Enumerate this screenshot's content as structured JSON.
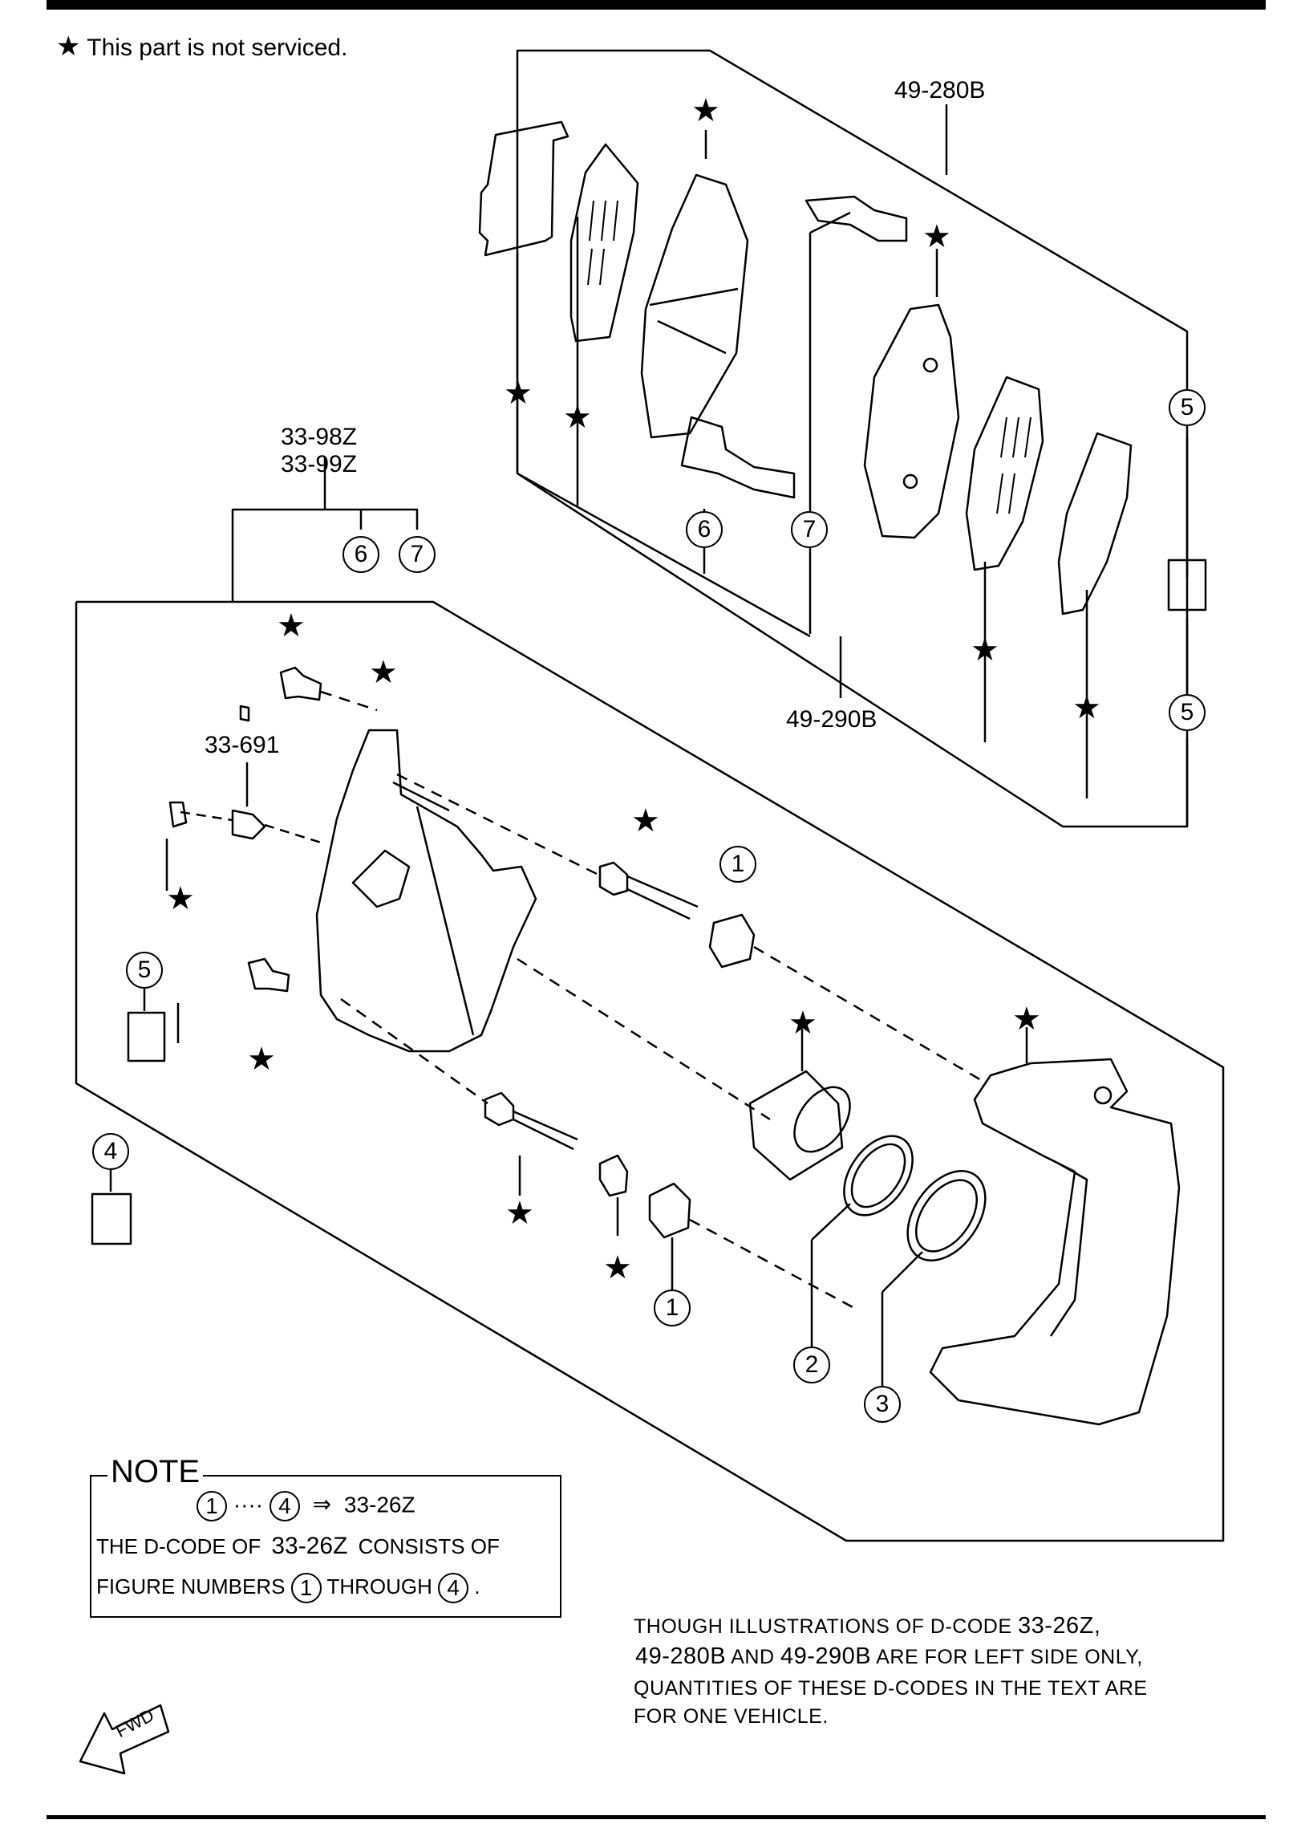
{
  "legend": {
    "star_symbol": "★",
    "text": "This part is not serviced."
  },
  "part_labels": {
    "p49_280B": "49-280B",
    "p49_290B": "49-290B",
    "p33_98Z": "33-98Z",
    "p33_99Z": "33-99Z",
    "p33_691": "33-691"
  },
  "callouts": {
    "c1": "1",
    "c2": "2",
    "c3": "3",
    "c4": "4",
    "c5": "5",
    "c6": "6",
    "c7": "7"
  },
  "note": {
    "title": "NOTE",
    "from": "1",
    "dots": "····",
    "to": "4",
    "arrow": "⇒",
    "code": "33-26Z",
    "line2_a": "THE D-CODE OF",
    "line2_code": "33-26Z",
    "line2_b": "CONSISTS OF",
    "line3_a": "FIGURE NUMBERS",
    "line3_from": "1",
    "line3_b": "THROUGH",
    "line3_to": "4",
    "line3_end": "."
  },
  "footnote": {
    "line1_a": "THOUGH ILLUSTRATIONS OF D-CODE",
    "line1_code": "33-26Z,",
    "line2_code1": "49-280B",
    "line2_and": "AND",
    "line2_code2": "49-290B",
    "line2_b": "ARE FOR LEFT SIDE ONLY,",
    "line3": "QUANTITIES OF THESE D-CODES IN THE TEXT ARE",
    "line4": "FOR ONE VEHICLE."
  },
  "fwd": {
    "label": "FWD"
  }
}
